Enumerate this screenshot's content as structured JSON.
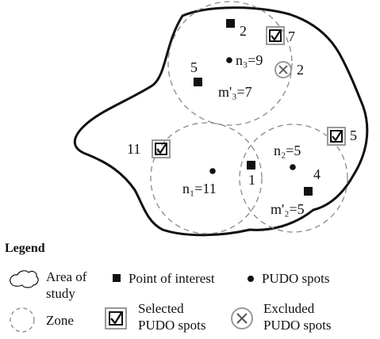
{
  "colors": {
    "ink": "#111111",
    "zone_dash": "#888888",
    "box_gray": "#999999"
  },
  "map_labels": {
    "top_poi": "2",
    "top_selected": "7",
    "top_excluded": "2",
    "top_left_poi": "5",
    "n3": "n₃=9",
    "m3": "m'₃=7",
    "left_selected": "11",
    "right_selected": "5",
    "mid_poi": "1",
    "n1": "n₁=11",
    "n2": "n₂=5",
    "right_poi": "4",
    "m2": "m'₂=5"
  },
  "legend": {
    "title": "Legend",
    "area_line1": "Area of",
    "area_line2": "study",
    "zone": "Zone",
    "poi": "Point of interest",
    "pudo": "PUDO spots",
    "selected_line1": "Selected",
    "selected_line2": "PUDO spots",
    "excluded_line1": "Excluded",
    "excluded_line2": "PUDO spots"
  },
  "icons": {
    "selected": "checkbox-check-icon",
    "excluded": "circle-x-icon",
    "poi": "square-icon",
    "pudo": "dot-icon",
    "area": "cloud-outline-icon",
    "zone": "dashed-circle-icon"
  }
}
